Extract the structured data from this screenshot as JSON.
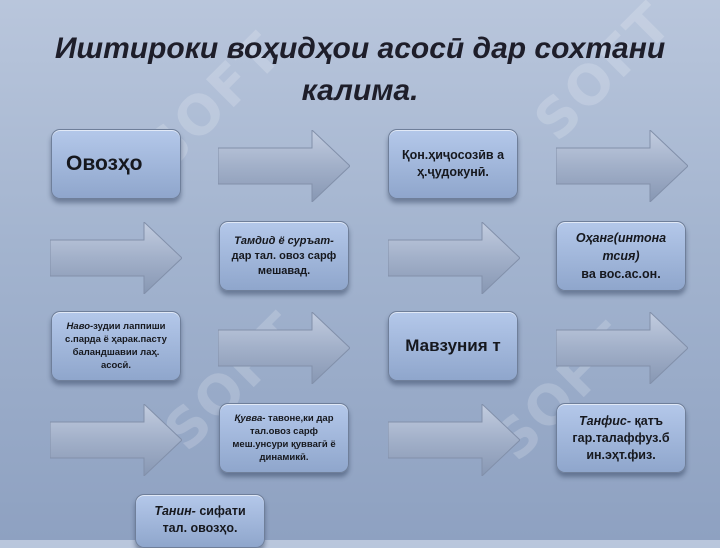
{
  "title": "Иштироки воҳидҳои асосӣ дар сохтани калима.",
  "watermark": "SOFT",
  "boxes": [
    {
      "id": "ovozho",
      "lead": "",
      "text": "Овозҳо"
    },
    {
      "id": "qonun",
      "lead": "",
      "text": "Қон.ҳиҷосозӣв а ҳ.ҷудокунӣ."
    },
    {
      "id": "tamdid",
      "lead": "Тамдид ё суръат-",
      "text": "дар тал. овоз сарф мешавад."
    },
    {
      "id": "ohang",
      "lead": "Оҳанг(интона тсия)",
      "text": "ва вос.ас.он."
    },
    {
      "id": "navo",
      "lead": "Наво-",
      "text": "зудии лаппиши с.парда ё ҳарак.пасту баландшавии лаҳ. асосӣ."
    },
    {
      "id": "mavzuniyat",
      "lead": "",
      "text": "Мавзуния т"
    },
    {
      "id": "quvva",
      "lead": "Қувва-",
      "text": "тавоне,ки дар тал.овоз сарф меш.унсури қуввагӣ ё динамикӣ."
    },
    {
      "id": "tanfis",
      "lead": "Танфис-",
      "text": "қатъ гар.талаффуз.б ин.эҳт.физ."
    },
    {
      "id": "tanin",
      "lead": "Танин-",
      "text": "сифати тал. овозҳо."
    }
  ],
  "colors": {
    "box_top": "#b4c8ea",
    "box_bottom": "#8fa6cc",
    "arrow": "#9aa9c2",
    "background": "#a3b4cf"
  }
}
